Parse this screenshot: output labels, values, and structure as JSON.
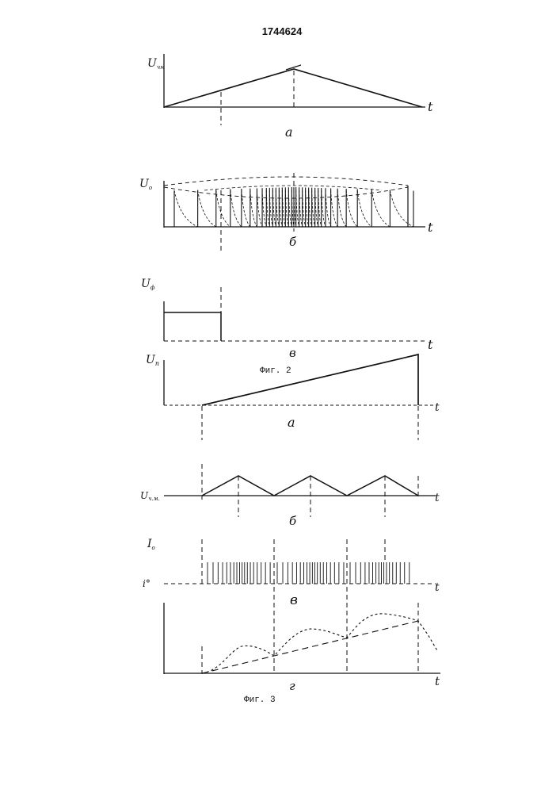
{
  "document": {
    "patent_number": "1744624"
  },
  "fig2": {
    "caption": "Фиг. 2",
    "panels": [
      {
        "id": "a",
        "y_label": "U",
        "y_sub": "чм",
        "t_label": "t",
        "panel_letter": "а"
      },
      {
        "id": "b",
        "y_label": "U",
        "y_sub": "о",
        "t_label": "t",
        "panel_letter": "б"
      },
      {
        "id": "v",
        "y_label": "U",
        "y_sub": "ф",
        "t_label": "t",
        "panel_letter": "в"
      }
    ]
  },
  "fig3": {
    "caption": "Фиг. 3",
    "panels": [
      {
        "id": "a",
        "y_label": "U",
        "y_sub": "п",
        "t_label": "t",
        "panel_letter": "а"
      },
      {
        "id": "b",
        "y_label": "U",
        "y_sub": "ч.м.",
        "t_label": "t",
        "panel_letter": "б"
      },
      {
        "id": "v",
        "y_label": "I",
        "y_sub": "о",
        "y_label2": "i°",
        "t_label": "t",
        "panel_letter": "в"
      },
      {
        "id": "g",
        "t_label": "t",
        "panel_letter": "г"
      }
    ]
  }
}
